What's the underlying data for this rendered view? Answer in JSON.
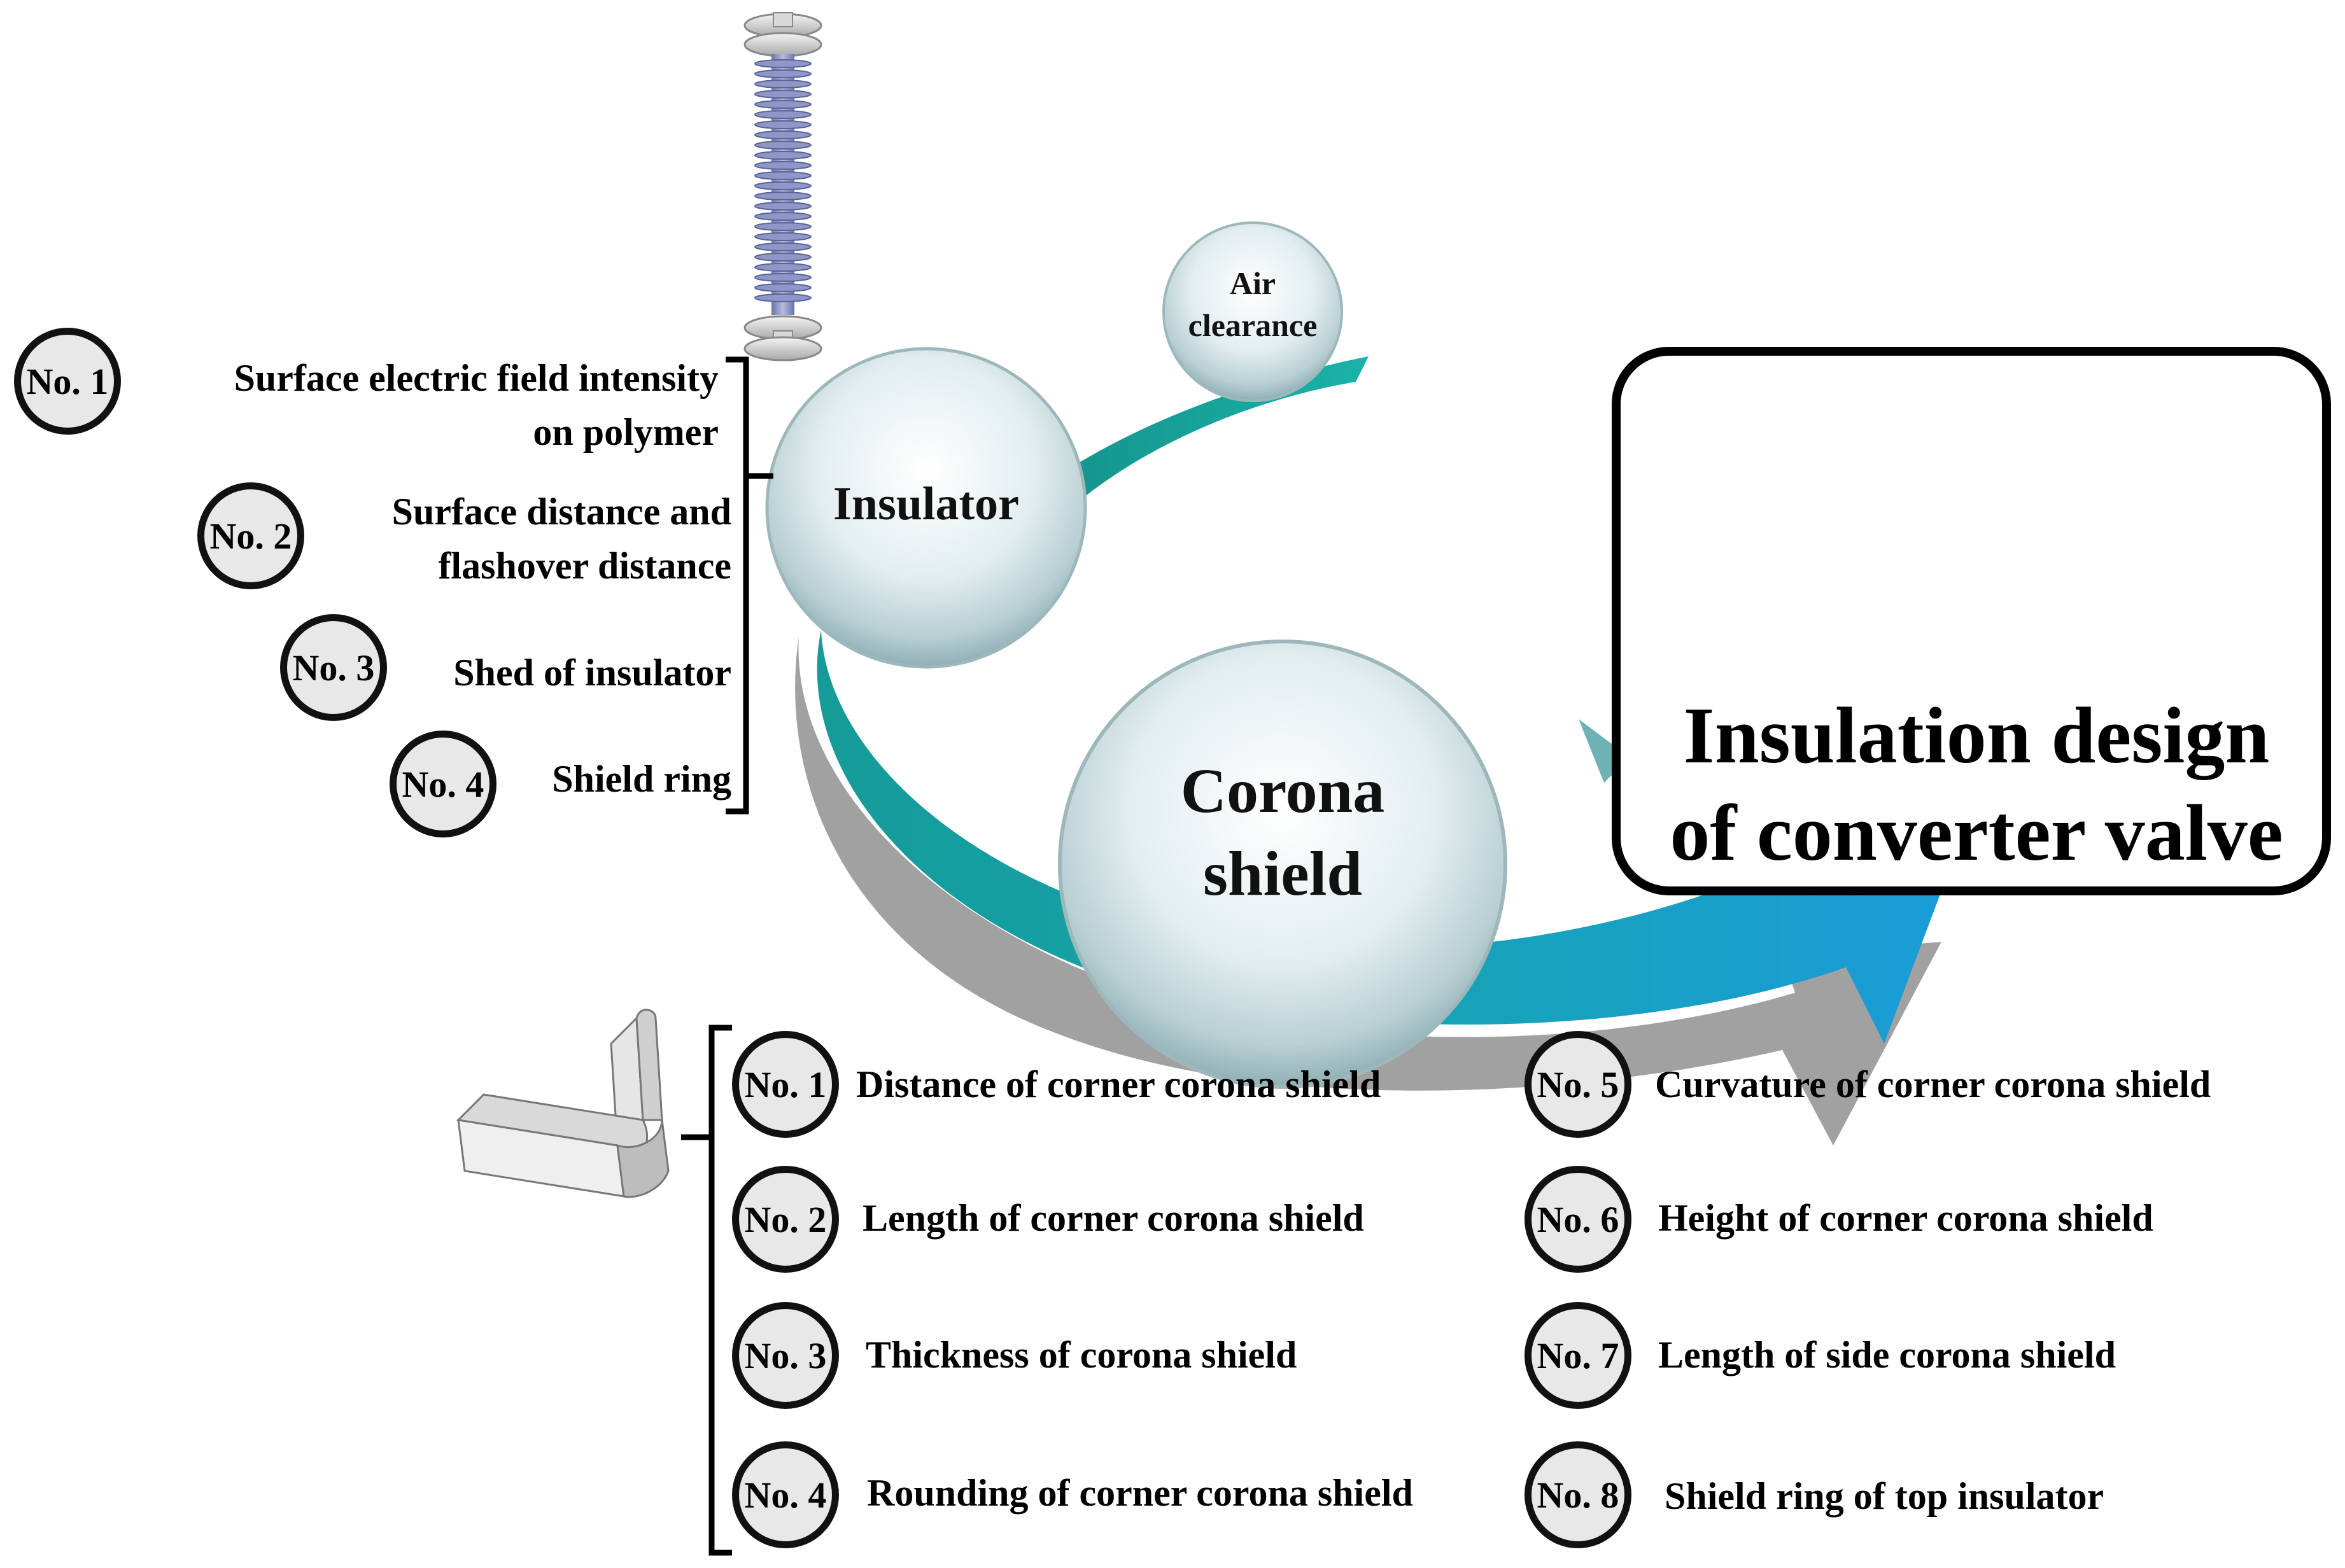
{
  "spheres": {
    "air": {
      "line1": "Air",
      "line2": "clearance"
    },
    "insulator": "Insulator",
    "corona": {
      "line1": "Corona",
      "line2": "shield"
    }
  },
  "title": {
    "line1": "Insulation design",
    "line2": "of converter valve"
  },
  "insulator_items": [
    {
      "badge": "No. 1",
      "line1": "Surface electric field intensity",
      "line2": "on polymer"
    },
    {
      "badge": "No. 2",
      "line1": "Surface distance and",
      "line2": "flashover distance"
    },
    {
      "badge": "No. 3",
      "line1": "Shed of insulator"
    },
    {
      "badge": "No. 4",
      "line1": "Shield ring"
    }
  ],
  "corona_items_left": [
    {
      "badge": "No. 1",
      "label": "Distance of corner corona shield"
    },
    {
      "badge": "No. 2",
      "label": "Length of corner corona shield"
    },
    {
      "badge": "No. 3",
      "label": "Thickness of corona shield"
    },
    {
      "badge": "No. 4",
      "label": "Rounding of corner corona shield"
    }
  ],
  "corona_items_right": [
    {
      "badge": "No. 5",
      "label": "Curvature of corner corona shield"
    },
    {
      "badge": "No. 6",
      "label": "Height of corner corona shield"
    },
    {
      "badge": "No. 7",
      "label": "Length of side corona shield"
    },
    {
      "badge": "No. 8",
      "label": "Shield ring of top insulator"
    }
  ],
  "colors": {
    "arrow_teal": "#17a3a8",
    "arrow_blue": "#1a9bd0",
    "sphere": "#d8e8ea"
  }
}
